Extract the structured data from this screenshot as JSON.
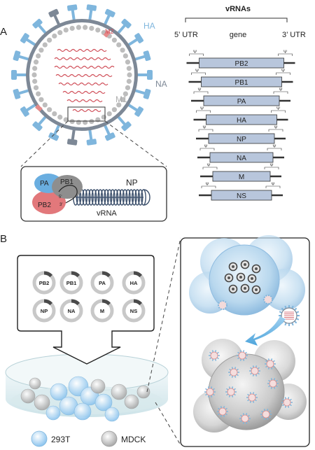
{
  "panel_a_label": "A",
  "panel_b_label": "B",
  "virion_labels": {
    "m2": "M2",
    "ha": "HA",
    "na": "NA",
    "m1": "M1"
  },
  "inset_labels": {
    "pa": "PA",
    "pb1": "PB1",
    "pb2": "PB2",
    "np": "NP",
    "vrna": "vRNA",
    "five": "5'",
    "three": "3'"
  },
  "vrnas": {
    "title": "vRNAs",
    "utr5": "5’ UTR",
    "gene": "gene",
    "utr3": "3’ UTR",
    "psi": "Ψ",
    "segments": [
      "PB2",
      "PB1",
      "PA",
      "HA",
      "NP",
      "NA",
      "M",
      "NS"
    ]
  },
  "dish_segments": [
    "PB2",
    "PB1",
    "PA",
    "HA",
    "NP",
    "NA",
    "M",
    "NS"
  ],
  "legend": {
    "cell1": "293T",
    "cell2": "MDCK"
  },
  "colors": {
    "ha_blue": "#7fb6dd",
    "na_gray": "#7d8896",
    "rna_red": "#d0505a",
    "segment_fill": "#b8c6dc",
    "pa_blue": "#6aaee0",
    "pb2_red": "#e2787b",
    "pb1_gray": "#8e8e8e",
    "ring_gray": "#c8c8c8",
    "ring_dark": "#4a4a4a"
  }
}
